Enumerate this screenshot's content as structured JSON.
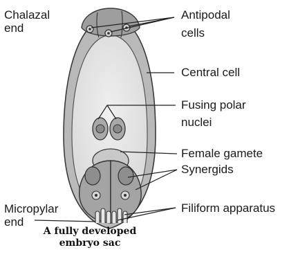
{
  "labels": {
    "chalazal_end_1": "Chalazal",
    "chalazal_end_2": "end",
    "antipodal_1": "Antipodal",
    "antipodal_2": "cells",
    "central_cell": "Central cell",
    "polar_1": "Fusing polar",
    "polar_2": "nuclei",
    "female_gamete": "Female gamete",
    "synergids": "Synergids",
    "micropylar_1": "Micropylar",
    "micropylar_2": "end",
    "filiform": "Filiform apparatus"
  },
  "caption": {
    "line1": "A fully developed",
    "line2": "embryo sac"
  },
  "colors": {
    "outline": "#3a3a3a",
    "outer_fill": "#bdbdbd",
    "inner_fill": "#e6e6e6",
    "cell_fill": "#a8a8a8",
    "nucleus_fill": "#8a8a8a"
  }
}
